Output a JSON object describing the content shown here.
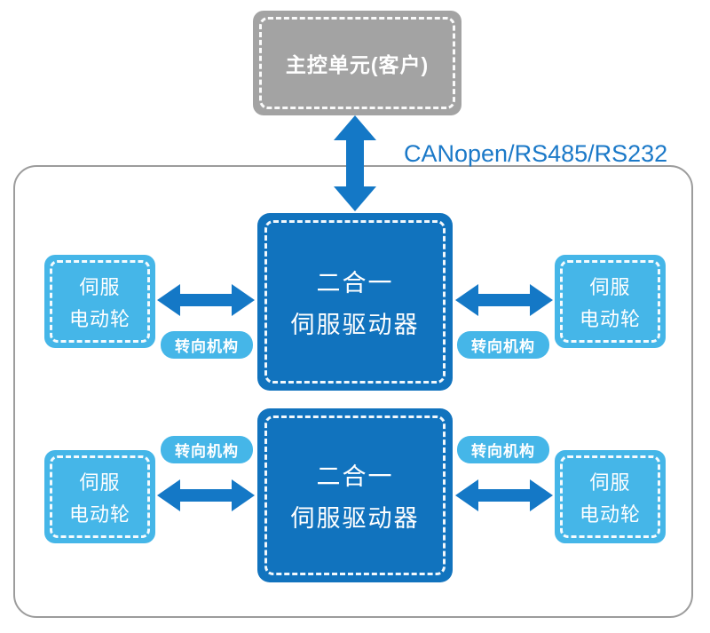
{
  "colors": {
    "gray_box": "#a3a3a3",
    "driver_blue": "#1173be",
    "wheel_blue": "#45b6e8",
    "arrow_blue": "#1478c6",
    "protocol_text": "#1b79c8",
    "container_border": "#9c9c9c"
  },
  "main_unit": {
    "label": "主控单元(客户)"
  },
  "protocol_label": "CANopen/RS485/RS232",
  "rows": [
    {
      "left_wheel": {
        "line1": "伺服",
        "line2": "电动轮"
      },
      "driver": {
        "line1": "二合一",
        "line2": "伺服驱动器"
      },
      "right_wheel": {
        "line1": "伺服",
        "line2": "电动轮"
      },
      "left_steering": "转向机构",
      "right_steering": "转向机构"
    },
    {
      "left_wheel": {
        "line1": "伺服",
        "line2": "电动轮"
      },
      "driver": {
        "line1": "二合一",
        "line2": "伺服驱动器"
      },
      "right_wheel": {
        "line1": "伺服",
        "line2": "电动轮"
      },
      "left_steering": "转向机构",
      "right_steering": "转向机构"
    }
  ]
}
